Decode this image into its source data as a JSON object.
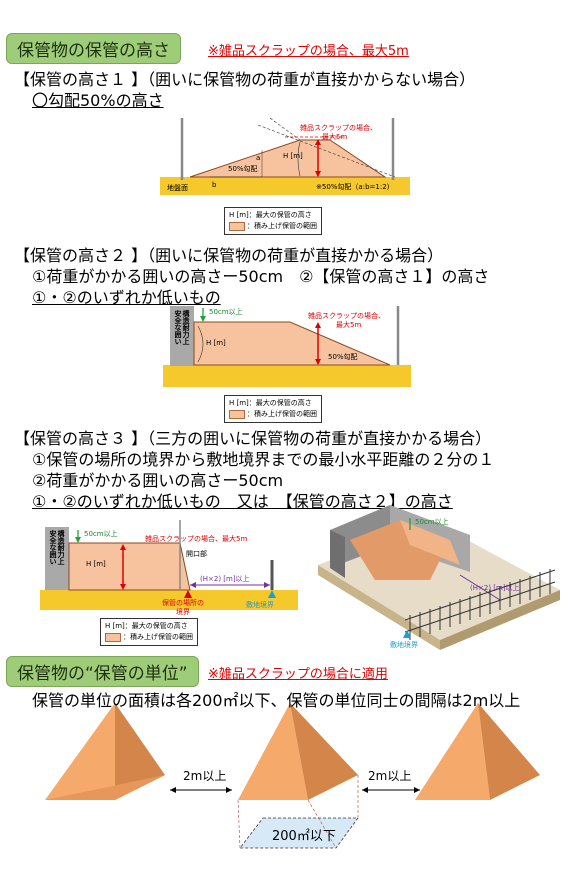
{
  "section1": {
    "heading": "保管物の保管の高さ",
    "note": "※雑品スクラップの場合、最大5m",
    "title": "【保管の高さ１ 】（囲いに保管物の荷重が直接かからない場合）",
    "subtitle": "〇勾配50%の高さ",
    "diagram": {
      "scrap_label_1": "雑品スクラップの場合、",
      "scrap_label_2": "最大5m",
      "h_label": "H [m]",
      "slope_label": "50%勾配",
      "a_label": "a",
      "b_label": "b",
      "ground_label": "地盤面",
      "ratio_label": "※50%勾配（a:b=1:2)",
      "legend_h": "H [m]：最大の保管の高さ",
      "legend_range": "：積み上げ保管の範囲"
    }
  },
  "section2": {
    "title": "【保管の高さ２ 】（囲いに保管物の荷重が直接かかる場合）",
    "line1": "①荷重がかかる囲いの高さー50cm　②【保管の高さ１】の高さ",
    "line2": "①・②のいずれか低いもの",
    "diagram": {
      "wall_label_1": "構造耐力上",
      "wall_label_2": "安全な囲い",
      "cm_label": "50cm以上",
      "h_label": "H [m]",
      "scrap_label_1": "雑品スクラップの場合、",
      "scrap_label_2": "最大5m",
      "slope_label": "50%勾配",
      "legend_h": "H [m]：最大の保管の高さ",
      "legend_range": "：積み上げ保管の範囲"
    }
  },
  "section3": {
    "title": "【保管の高さ３ 】（三方の囲いに保管物の荷重が直接かかる場合）",
    "line1": "①保管の場所の境界から敷地境界までの最小水平距離の２分の１",
    "line2": "②荷重がかかる囲いの高さー50cm",
    "line3": "①・②のいずれか低いもの　又は　【保管の高さ２】の高さ",
    "diagram": {
      "wall_label_1": "構造耐力上",
      "wall_label_2": "安全な囲い",
      "cm_label": "50cm以上",
      "h_label": "H [m]",
      "scrap_label": "雑品スクラップの場合、最大5m",
      "opening_label": "開口部",
      "dist_label": "(H×2) [m]以上",
      "boundary_label_1": "保管の場所の",
      "boundary_label_2": "境界",
      "site_boundary_label": "敷地境界",
      "legend_h": "H [m]：最大の保管の高さ",
      "legend_range": "：積み上げ保管の範囲",
      "iso_cm_label": "50cm以上",
      "iso_dist_label": "(H×2) [m]以上",
      "iso_site_label": "敷地境界"
    }
  },
  "section4": {
    "heading": "保管物の“保管の単位”",
    "note": "※雑品スクラップの場合に適用",
    "description": "保管の単位の面積は各200㎡以下、保管の単位同士の間隔は2m以上",
    "gap_label_1": "2m以上",
    "gap_label_2": "2m以上",
    "area_label": "200㎡以下"
  },
  "colors": {
    "header_bg": "#9fcc78",
    "accent_red": "#e00000",
    "pile_fill": "#f7c39f",
    "ground": "#f5c82b",
    "pyramid_light": "#f5a96a",
    "pyramid_dark": "#d4864a",
    "area_fill": "#d7e9f7"
  }
}
